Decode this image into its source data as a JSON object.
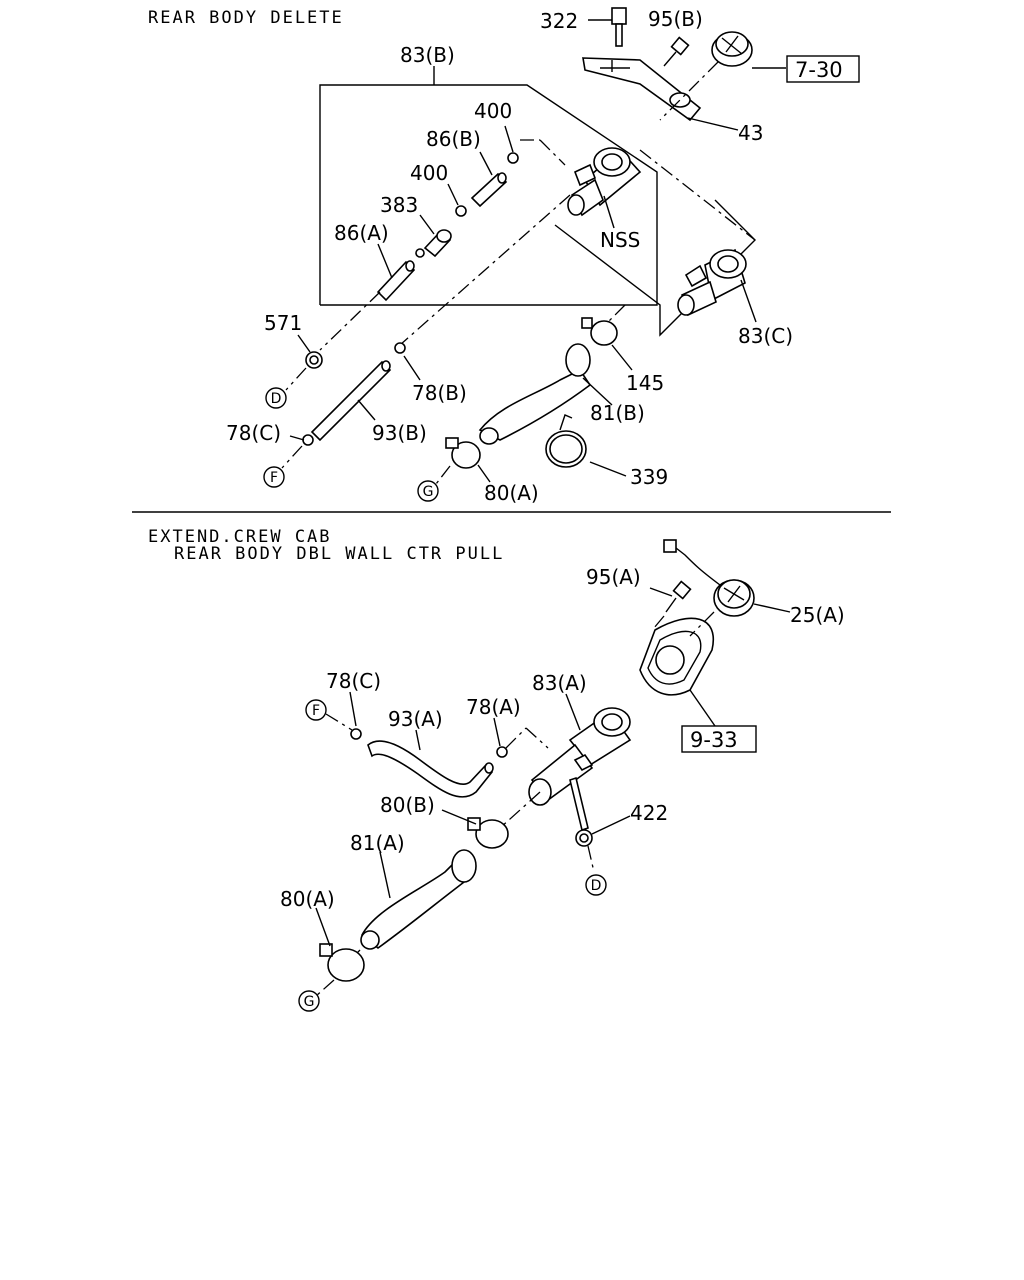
{
  "sections": {
    "top_title": "REAR BODY DELETE",
    "bottom_title_1": "EXTEND.CREW CAB",
    "bottom_title_2": "REAR BODY DBL WALL CTR PULL"
  },
  "top_labels": {
    "p322": "322",
    "p95b": "95(B)",
    "p83b": "83(B)",
    "p400a": "400",
    "p86b": "86(B)",
    "p400b": "400",
    "p383": "383",
    "p86a": "86(A)",
    "p43": "43",
    "nss": "NSS",
    "p571": "571",
    "p78b": "78(B)",
    "p145": "145",
    "p83c": "83(C)",
    "p81b": "81(B)",
    "p78c": "78(C)",
    "p93b": "93(B)",
    "p339": "339",
    "p80a": "80(A)"
  },
  "top_refs": {
    "r730": "7-30"
  },
  "top_circles": {
    "d": "D",
    "f": "F",
    "g": "G"
  },
  "bottom_labels": {
    "p95a": "95(A)",
    "p25a": "25(A)",
    "p78c": "78(C)",
    "p83a": "83(A)",
    "p93a": "93(A)",
    "p78a": "78(A)",
    "p80b": "80(B)",
    "p422": "422",
    "p81a": "81(A)",
    "p80a": "80(A)"
  },
  "bottom_refs": {
    "r933": "9-33"
  },
  "bottom_circles": {
    "f": "F",
    "d": "D",
    "g": "G"
  }
}
